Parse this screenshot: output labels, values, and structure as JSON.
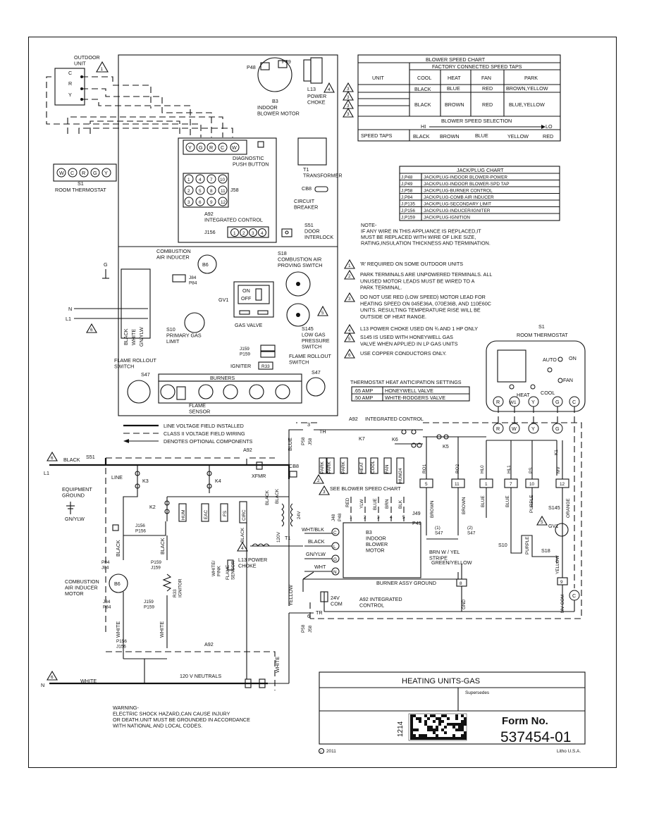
{
  "outdoor_unit": {
    "title": "OUTDOOR\nUNIT",
    "terminals": [
      "C",
      "R",
      "Y"
    ],
    "note_mark": "1"
  },
  "thermostat": {
    "id": "S1",
    "name": "ROOM THERMOSTAT",
    "terminals": [
      "W",
      "C",
      "R",
      "G",
      "Y"
    ]
  },
  "motor": {
    "p48": "P48",
    "p49": "P49",
    "id": "B3",
    "name": "INDOOR\nBLOWER MOTOR"
  },
  "choke": {
    "id": "L13",
    "name": "POWER\nCHOKE",
    "mark": "4"
  },
  "control_terms": [
    "Y",
    "G",
    "R",
    "C",
    "W"
  ],
  "diag": "DIAGNOSTIC\nPUSH BUTTON",
  "j58_label": "J58",
  "j58_pins": [
    "1",
    "4",
    "7",
    "10",
    "2",
    "5",
    "8",
    "11",
    "3",
    "6",
    "9",
    "12"
  ],
  "a92": "A92\nINTEGRATED CONTROL",
  "j156": {
    "label": "J156",
    "pins": [
      "1",
      "2",
      "3",
      "4"
    ]
  },
  "t1": "T1\nTRANSFORMER",
  "cb8": "CB8",
  "breaker": "CIRCUIT\nBREAKER",
  "s51": "S51\nDOOR\nINTERLOCK",
  "blower_chart": {
    "title": "BLOWER SPEED CHART",
    "subtitle": "FACTORY CONNECTED SPEED TAPS",
    "cols": [
      "UNIT",
      "COOL",
      "HEAT",
      "FAN",
      "PARK"
    ],
    "rows": [
      [
        "BLACK",
        "BLUE",
        "RED",
        "BROWN,YELLOW"
      ],
      [
        "BLACK",
        "BROWN",
        "RED",
        "BLUE,YELLOW"
      ]
    ],
    "marks": [
      "3",
      "3",
      "3",
      "3"
    ],
    "selection": "BLOWER SPEED SELECTION",
    "hi": "HI",
    "lo": "LO",
    "taps_label": "SPEED TAPS",
    "taps": [
      "BLACK",
      "BROWN",
      "BLUE",
      "YELLOW",
      "RED"
    ]
  },
  "jack_chart": {
    "title": "JACK/PLUG CHART",
    "rows": [
      [
        "J,P48",
        "JACK/PLUG-INDOOR BLOWER-POWER"
      ],
      [
        "J,P49",
        "JACK/PLUG-INDOOR BLOWER-SPD TAP"
      ],
      [
        "J,P58",
        "JACK/PLUG-BURNER CONTROL"
      ],
      [
        "J,P84",
        "JACK/PLUG-COMB AIR INDUCER"
      ],
      [
        "J,P135",
        "JACK/PLUG-SECONDARY LIMIT"
      ],
      [
        "J,P156",
        "JACK/PLUG-INDUCER/IGNITER"
      ],
      [
        "J,P159",
        "JACK/PLUG-IGNITION"
      ]
    ]
  },
  "note": "NOTE-\nIF ANY WIRE IN THIS APPLIANCE IS REPLACED,IT\nMUST BE REPLACED WITH WIRE OF LIKE SIZE,\nRATING,INSULATION THICKNESS AND TERMINATION.",
  "footnotes": [
    {
      "n": "1",
      "text": "'R' REQUIRED ON SOME OUTDOOR UNITS"
    },
    {
      "n": "2",
      "text": "PARK TERMINALS ARE UNPOWERED TERMINALS. ALL\nUNUSED MOTOR LEADS MUST BE WIRED TO A\nPARK TERMINAL."
    },
    {
      "n": "3",
      "text": "DO NOT USE RED (LOW SPEED) MOTOR LEAD FOR\nHEATING SPEED ON 045E36A, 070E36B, AND 110E60C\nUNITS. RESULTING TEMPERATURE RISE WILL BE\nOUTSIDE OF HEAT RANGE."
    },
    {
      "n": "4",
      "text": "L13 POWER CHOKE USED ON ¾ AND 1 HP ONLY"
    },
    {
      "n": "5",
      "text": "S145 IS USED WITH HONEYWELL GAS\nVALVE WHEN APPLIED IN LP GAS UNITS"
    },
    {
      "n": "6",
      "text": "USE COPPER CONDUCTORS ONLY."
    }
  ],
  "anticipation": {
    "title": "THERMOSTAT HEAT ANTICIPATION SETTINGS",
    "rows": [
      [
        ".65 AMP",
        "HONEYWELL VALVE"
      ],
      [
        ".50 AMP",
        "WHITE-RODGERS VALVE"
      ]
    ]
  },
  "s1_room": {
    "id": "S1",
    "name": "ROOM THERMOSTAT",
    "auto": "AUTO",
    "on": "ON",
    "fan": "FAN",
    "heat": "HEAT",
    "cool": "COOL",
    "terms": [
      "R",
      "W1",
      "Y",
      "G",
      "C"
    ]
  },
  "lower_upper": {
    "g": "G",
    "n": "N",
    "l1": "L1",
    "mark6": "6",
    "wire_colors": [
      "BLACK",
      "WHITE",
      "GN/YLW"
    ],
    "b6": "B6",
    "inducer": "COMBUSTION\nAIR INDUCER",
    "j84": "J84\nP84",
    "s18": "S18\nCOMBUSTION AIR\nPROVING SWITCH",
    "gv1": "GV1",
    "on": "ON",
    "off": "OFF",
    "gas_valve": "GAS VALVE",
    "s145": "S145\nLOW GAS\nPRESSURE\nSWITCH",
    "mark5": "5",
    "s10": "S10\nPRIMARY GAS\nLIMIT",
    "j159": "J159\nP159",
    "igniter": "IGNITER",
    "r33": "R33",
    "flame_rollout_l": "FLAME ROLLOUT\nSWITCH",
    "flame_rollout_r": "FLAME ROLLOUT\nSWITCH",
    "s47a": "S47",
    "s47b": "S47",
    "burners": "BURNERS",
    "flame_sensor": "FLAME\nSENSOR"
  },
  "legend": [
    "LINE VOLTAGE FIELD INSTALLED",
    "CLASS II VOLTAGE FIELD WIRING",
    "DENOTES OPTIONAL COMPONENTS"
  ],
  "schematic": {
    "a92_top": "A92",
    "integrated_control": "INTEGRATED CONTROL",
    "th": "TH",
    "p58": "P58",
    "j58": "J58",
    "blue": "BLUE",
    "k7": "K7",
    "k6": "K6",
    "k5": "K5",
    "k3": "K3",
    "k4": "K4",
    "k2": "K2",
    "k1": "K1",
    "black": "BLACK",
    "s51": "S51",
    "line": "LINE",
    "l1": "L1",
    "mark6": "6",
    "equip_ground": "EQUIPMENT\nGROUND",
    "gn_ylw": "GN/YLW",
    "a92": "A92",
    "xfmr": "XFMR",
    "cb8": "CB8",
    "hum": "HUM",
    "eac": "EAC",
    "fs": "FS",
    "circ": "CIRC",
    "v120": "120V",
    "v24": "24V",
    "t1": "T1",
    "park_cols": [
      "PARK",
      "PARK",
      "PARK",
      "HEAT",
      "COOL",
      "FAN",
      "HUM24"
    ],
    "ro1": "RO1",
    "ro2": "RO2",
    "hl0": "HL0",
    "hl1": "HL1",
    "ps": "PS",
    "mv": "MV",
    "pin_nums": [
      "5",
      "11",
      "1",
      "7",
      "10",
      "12"
    ],
    "see_chart": "SEE BLOWER SPEED CHART",
    "motor_leads": [
      "RED",
      "YLW",
      "BLUE",
      "BRN",
      "BLK"
    ],
    "lead_pins": [
      "1",
      "2",
      "3",
      "4",
      "5"
    ],
    "j49": "J49",
    "p49": "P49",
    "j48": "J48",
    "p48": "P48",
    "wht_blk": "WHT/BLK",
    "black2": "BLACK",
    "gn_ylw2": "GN/YLW",
    "wht": "WHT",
    "motor_terms": [
      "C",
      "L",
      "G",
      "N"
    ],
    "b3": "B3\nINDOOR\nBLOWER\nMOTOR",
    "l13": "L13 POWER\nCHOKE",
    "mark4": "4",
    "brown": "BROWN",
    "brown2": "BROWN",
    "blue2": "BLUE",
    "blue3": "BLUE",
    "purple": "PURPLE",
    "orange": "ORANGE",
    "s47_1": "(1)\nS47",
    "s47_2": "(2)\nS47",
    "brn_stripe": "BRN W / YEL\nSTRIPE",
    "green_yellow": "GREEN/YELLOW",
    "burner_ground": "BURNER ASSY GROUND",
    "s145": "S145",
    "mark5": "5",
    "gv1": "GV1",
    "s10": "S10",
    "purple2": "PURPLE",
    "s18": "S18",
    "yellow": "YELLOW",
    "j156p156": "J156\nP156",
    "p159j159": "P159\nJ159",
    "p84j84": "P84\nJ84",
    "black3": "BLACK",
    "black4": "BLACK",
    "r33": "R33\nIGNITOR",
    "b6": "B6",
    "inducer_motor": "COMBUSTION\nAIR INDUCER\nMOTOR",
    "j84p84": "J84\nP84",
    "j159p159": "J159\nP159",
    "white": "WHITE",
    "white2": "WHITE",
    "p156j156": "P156\nJ156",
    "a92b": "A92",
    "neutrals": "120 V NEUTRALS",
    "n": "N",
    "white3": "WHITE",
    "white4": "WHITE",
    "white_pink": "WHITE/\nPINK",
    "flame_sensor": "FLAME\nSENSOR",
    "yellow2": "YELLOW",
    "v24com": "24V\nCOM",
    "a92c": "A92 INTEGRATED\nCONTROL",
    "tr": "TR",
    "gnd": "GND",
    "mvcom": "MV COM",
    "c": "C",
    "six": "6",
    "eight": "8",
    "nine": "9",
    "pin3": "3",
    "pin6": "6",
    "p58b": "P58",
    "j58b": "J58",
    "k1_r": "R",
    "k1_w": "W",
    "k1_y": "Y",
    "k1_g": "G"
  },
  "warning": "WARNING-\nELECTRIC SHOCK HAZARD,CAN CAUSE INJURY\nOR DEATH.UNIT MUST BE GROUNDED IN ACCORDANCE\nWITH NATIONAL AND LOCAL CODES.",
  "title_block": {
    "title": "HEATING UNITS-GAS",
    "supersedes": "Supersedes",
    "code": "1214",
    "form_label": "Form No.",
    "form_no": "537454-01"
  },
  "copyright": "2011",
  "copyright_symbol": "C",
  "litho": "Litho U.S.A."
}
